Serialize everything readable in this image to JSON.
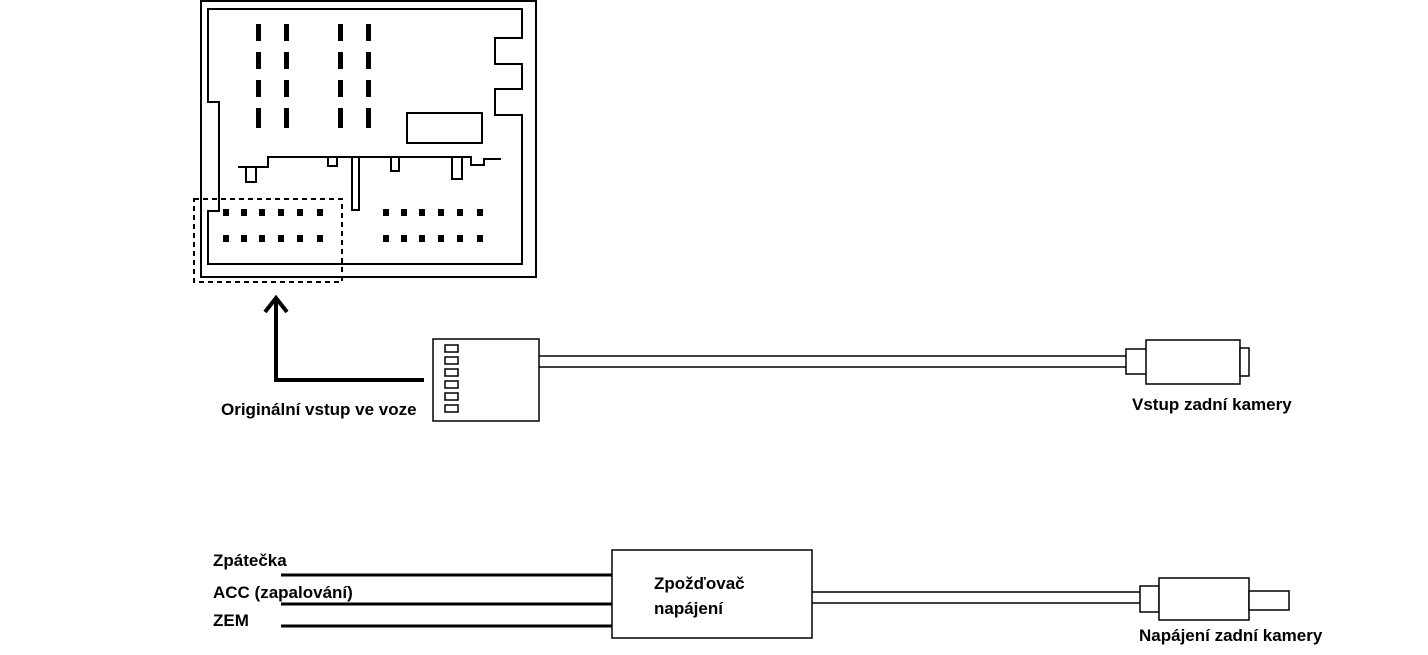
{
  "labels": {
    "original_input": "Originální vstup ve voze",
    "camera_input": "Vstup zadní kamery",
    "reverse": "Zpátečka",
    "acc": "ACC (zapalování)",
    "ground": "ZEM",
    "delay_line1": "Zpožďovač",
    "delay_line2": "napájení",
    "camera_power": "Napájení zadní kamery"
  },
  "colors": {
    "stroke": "#000000",
    "background": "#ffffff"
  }
}
